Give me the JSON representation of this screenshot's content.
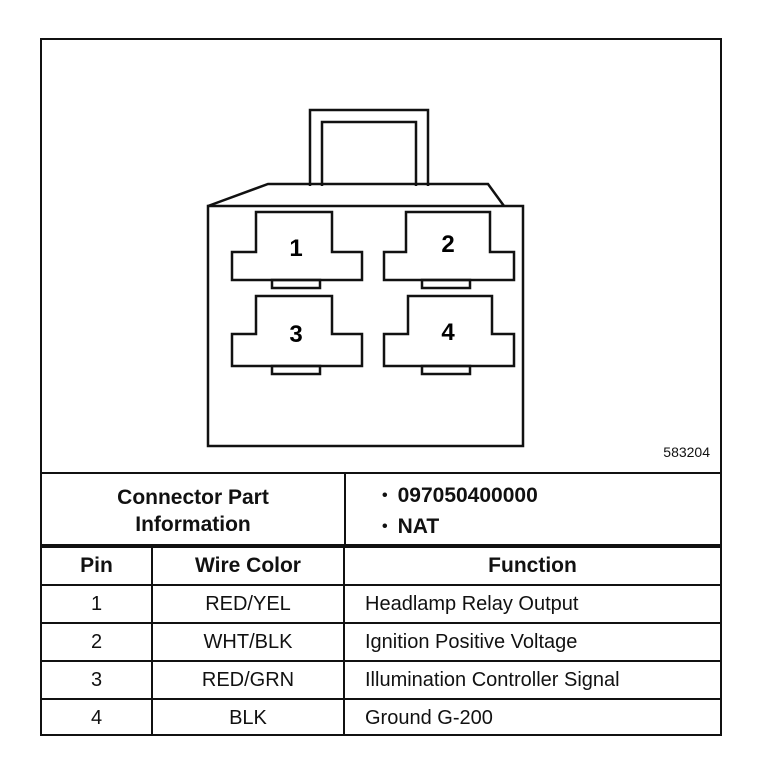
{
  "diagram": {
    "pins": [
      {
        "label": "1"
      },
      {
        "label": "2"
      },
      {
        "label": "3"
      },
      {
        "label": "4"
      }
    ],
    "figure_id": "583204"
  },
  "part_info": {
    "title_line1": "Connector Part",
    "title_line2": "Information",
    "items": [
      "097050400000",
      "NAT"
    ]
  },
  "table": {
    "headers": {
      "pin": "Pin",
      "wire_color": "Wire Color",
      "function": "Function"
    },
    "rows": [
      {
        "pin": "1",
        "wire_color": "RED/YEL",
        "function": "Headlamp Relay Output"
      },
      {
        "pin": "2",
        "wire_color": "WHT/BLK",
        "function": "Ignition Positive Voltage"
      },
      {
        "pin": "3",
        "wire_color": "RED/GRN",
        "function": "Illumination Controller Signal"
      },
      {
        "pin": "4",
        "wire_color": "BLK",
        "function": "Ground G-200"
      }
    ]
  }
}
